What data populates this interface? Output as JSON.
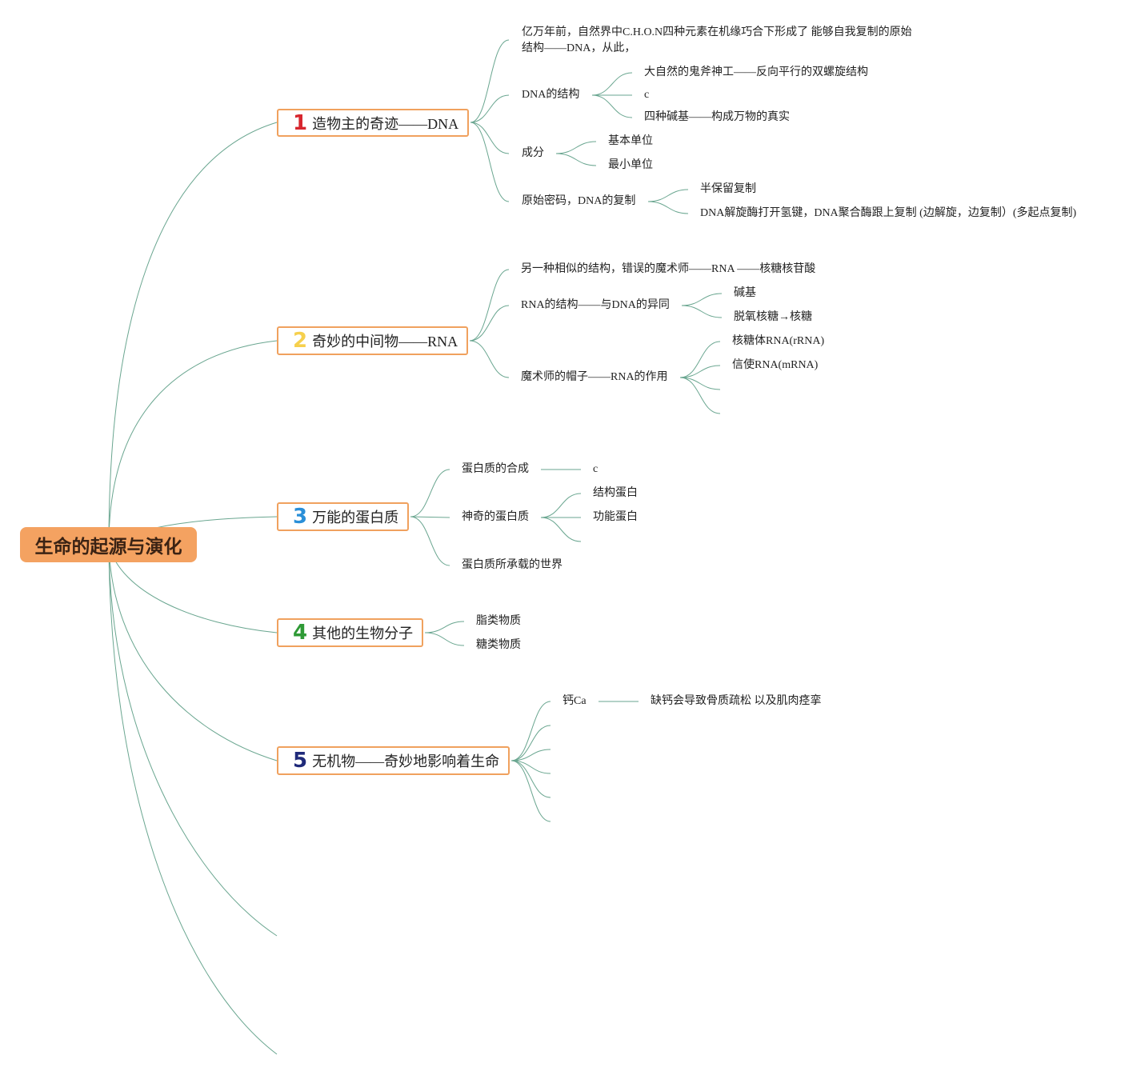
{
  "root": {
    "label": "生命的起源与演化"
  },
  "colors": {
    "connector": "#6aa690",
    "root_fill": "#f4a261",
    "branch_border": "#f0a15e"
  },
  "branches": [
    {
      "number": "1",
      "number_color": "#d7262e",
      "label": "造物主的奇迹——DNA",
      "children": [
        {
          "lines": [
            "亿万年前，自然界中C.H.O.N四种元素在机缘巧合下形成了 能够自我复制的原始",
            "结构——DNA，从此，"
          ]
        },
        {
          "label": "DNA的结构",
          "children": [
            "大自然的鬼斧神工——反向平行的双螺旋结构",
            "c",
            "四种碱基——构成万物的真实"
          ]
        },
        {
          "label": "成分",
          "children": [
            "基本单位",
            "最小单位"
          ]
        },
        {
          "label": "原始密码，DNA的复制",
          "children": [
            "半保留复制",
            "DNA解旋酶打开氢键，DNA聚合酶跟上复制 (边解旋，边复制）(多起点复制)"
          ]
        }
      ]
    },
    {
      "number": "2",
      "number_color": "#f6d04d",
      "label": "奇妙的中间物——RNA",
      "children": [
        {
          "label": "另一种相似的结构，错误的魔术师——RNA ——核糖核苷酸"
        },
        {
          "label": "RNA的结构——与DNA的异同",
          "children": [
            "碱基",
            "脱氧核糖→核糖"
          ]
        },
        {
          "label": "魔术师的帽子——RNA的作用",
          "children": [
            "核糖体RNA(rRNA)",
            "信使RNA(mRNA)"
          ]
        }
      ]
    },
    {
      "number": "3",
      "number_color": "#2a8fd8",
      "label": "万能的蛋白质",
      "children": [
        {
          "label": "蛋白质的合成",
          "children": [
            "c"
          ]
        },
        {
          "label": "神奇的蛋白质",
          "children": [
            "结构蛋白",
            "功能蛋白"
          ]
        },
        {
          "label": "蛋白质所承载的世界"
        }
      ]
    },
    {
      "number": "4",
      "number_color": "#2f9a36",
      "label": "其他的生物分子",
      "children": [
        {
          "label": "脂类物质"
        },
        {
          "label": "糖类物质"
        }
      ]
    },
    {
      "number": "5",
      "number_color": "#1f2a7a",
      "label": "无机物——奇妙地影响着生命",
      "children": [
        {
          "label": "钙Ca",
          "children": [
            "缺钙会导致骨质疏松 以及肌肉痉挛"
          ]
        }
      ]
    }
  ]
}
